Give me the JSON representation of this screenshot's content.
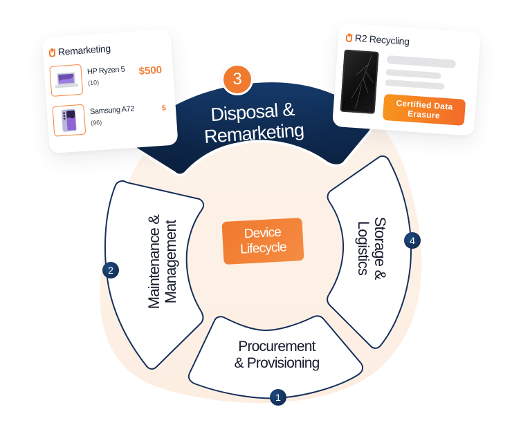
{
  "diagram": {
    "center_label": [
      "Device",
      "Lifecycle"
    ],
    "stages": [
      {
        "number": "1",
        "title_lines": [
          "Procurement",
          "& Provisioning"
        ],
        "style": "outline"
      },
      {
        "number": "2",
        "title_lines": [
          "Maintenance &",
          "Management"
        ],
        "style": "outline"
      },
      {
        "number": "3",
        "title_lines": [
          "Disposal &",
          "Remarketing"
        ],
        "style": "highlighted"
      },
      {
        "number": "4",
        "title_lines": [
          "Storage &",
          "Logistics"
        ],
        "style": "outline"
      }
    ]
  },
  "remarketing_card": {
    "title": "Remarketing",
    "products": [
      {
        "name": "HP Ryzen 5",
        "count": "(10)",
        "price": "$500",
        "thumb_icon": "laptop-icon"
      },
      {
        "name": "Samsung A72",
        "count": "(96)",
        "price": "$",
        "thumb_icon": "phone-icon"
      }
    ]
  },
  "r2_card": {
    "title": "R2 Recycling",
    "button_lines": [
      "Certified Data",
      "Erasure"
    ],
    "image_icon": "cracked-tablet-icon"
  },
  "colors": {
    "accent_orange": "#f07a2e",
    "navy": "#0d2446",
    "outline": "#16305a",
    "blob": "#fdf0e6"
  }
}
